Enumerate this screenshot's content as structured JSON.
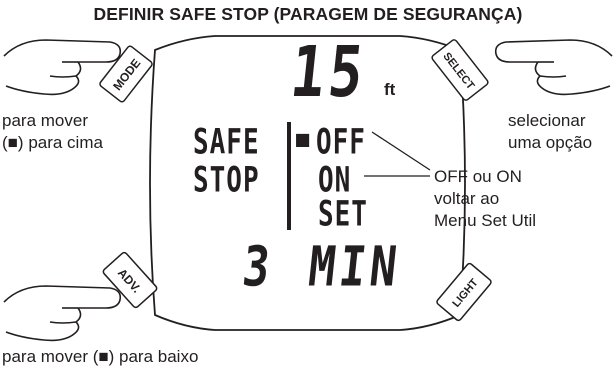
{
  "title": "DEFINIR SAFE STOP (PARAGEM DE SEGURANÇA)",
  "buttons": {
    "mode": "MODE",
    "select": "SELECT",
    "adv": "ADV.",
    "light": "LIGHT"
  },
  "display": {
    "depth_value": "15",
    "depth_unit": "ft",
    "label_line1": "SAFE",
    "label_line2": "STOP",
    "cursor": "■",
    "options": [
      "OFF",
      "ON",
      "SET"
    ],
    "time_value": "3",
    "time_unit": "MIN"
  },
  "annotations": {
    "mode_line1": "para mover",
    "mode_line2": "(■) para cima",
    "select_line1": "selecionar",
    "select_line2": "uma opção",
    "options_line1": "OFF ou ON",
    "options_line2": "voltar ao",
    "options_line3": "Menu Set Util",
    "adv": "para mover (■) para baixo"
  }
}
